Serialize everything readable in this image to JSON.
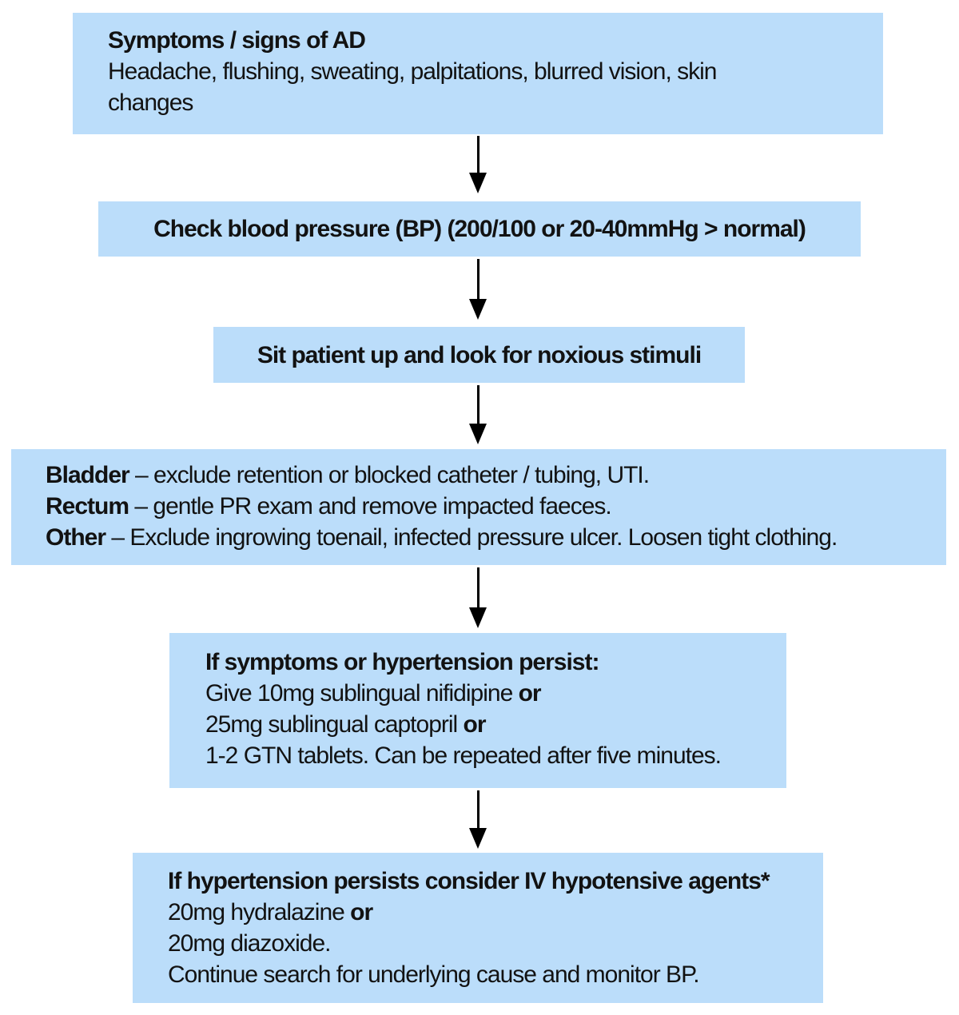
{
  "colors": {
    "background": "#FFFFFF",
    "box_fill": "#BBDDFA",
    "text": "#121212",
    "arrow": "#000000"
  },
  "flowchart": {
    "boxes": [
      {
        "id": "symptoms-signs",
        "lines": [
          {
            "b1": "Symptoms / signs of AD"
          },
          {
            "t": "Headache, flushing, sweating, palpitations, blurred vision, skin changes"
          }
        ]
      },
      {
        "id": "check-bp",
        "lines": [
          {
            "b1": "Check blood pressure (BP) (200/100 or 20-40mmHg > normal)"
          }
        ]
      },
      {
        "id": "sit-patient-up",
        "lines": [
          {
            "b1": "Sit patient up and look for noxious stimuli"
          }
        ]
      },
      {
        "id": "look-for-causes",
        "lines": [
          {
            "b1": "Bladder",
            "t": " – exclude retention or blocked catheter / tubing, UTI."
          },
          {
            "b1": "Rectum",
            "t": " – gentle PR exam and remove impacted faeces."
          },
          {
            "b1": "Other",
            "t": " – Exclude ingrowing toenail, infected pressure ulcer. Loosen tight clothing."
          }
        ]
      },
      {
        "id": "if-symptoms-persist",
        "lines": [
          {
            "b1": "If symptoms or hypertension persist:"
          },
          {
            "t": "Give 10mg sublingual nifidipine ",
            "b2": "or"
          },
          {
            "t": "25mg sublingual captopril ",
            "b2": "or"
          },
          {
            "t": "1-2 GTN tablets. Can be repeated after five minutes."
          }
        ]
      },
      {
        "id": "if-hypertension-persists",
        "lines": [
          {
            "b1": "If hypertension persists consider IV hypotensive agents*"
          },
          {
            "t": "20mg hydralazine ",
            "b2": "or"
          },
          {
            "t": "20mg diazoxide."
          },
          {
            "t": "Continue search for underlying cause and monitor BP."
          }
        ]
      }
    ],
    "connectors": [
      {
        "type": "down-arrow"
      },
      {
        "type": "down-arrow"
      },
      {
        "type": "down-arrow"
      },
      {
        "type": "down-arrow"
      },
      {
        "type": "down-arrow"
      }
    ]
  }
}
